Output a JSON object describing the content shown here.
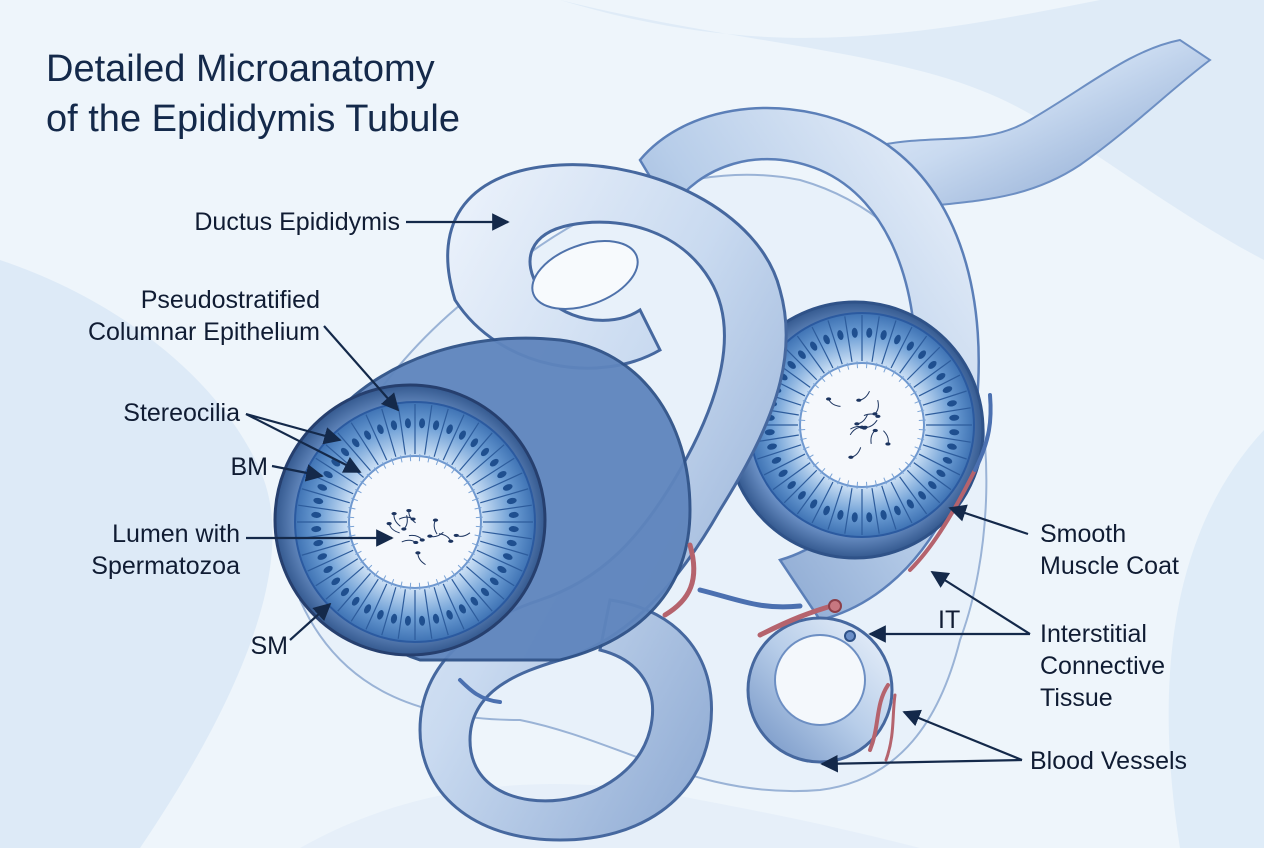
{
  "title": {
    "line1": "Detailed Microanatomy",
    "line2": "of the Epididymis Tubule"
  },
  "labels": {
    "ductus": "Ductus Epididymis",
    "epithelium": {
      "line1": "Pseudostratified",
      "line2": "Columnar Epithelium"
    },
    "stereocilia": "Stereocilia",
    "bm": "BM",
    "lumen": {
      "line1": "Lumen with",
      "line2": "Spermatozoa"
    },
    "sm": "SM",
    "smooth_muscle": {
      "line1": "Smooth",
      "line2": "Muscle Coat"
    },
    "it": "IT",
    "interstitial": {
      "line1": "Interstitial",
      "line2": "Connective",
      "line3": "Tissue"
    },
    "blood_vessels": "Blood Vessels"
  },
  "colors": {
    "tubule_light": "#e4eefa",
    "tubule_mid": "#9db8dc",
    "tubule_dark": "#3f64a2",
    "epithelium": "#5a8fcb",
    "nuclei": "#1f4f8f",
    "lumen": "#f4f7fb",
    "artery": "#b5636d",
    "vein": "#4b70b0",
    "ink": "#14294a"
  }
}
